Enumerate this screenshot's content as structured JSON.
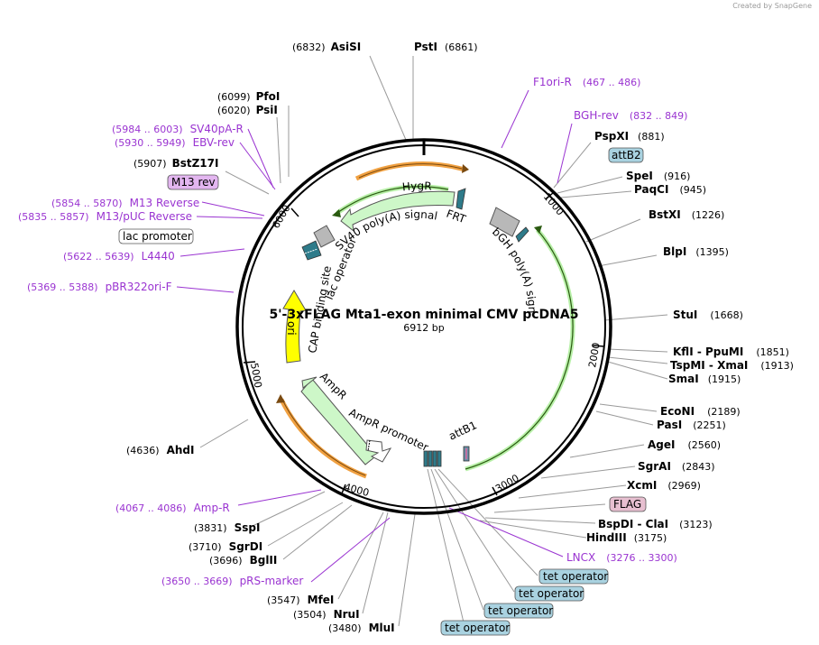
{
  "credit": "Created by SnapGene",
  "colors": {
    "enzyme": "#000000",
    "primer": "#9a34d1",
    "attb": "#a9d2e0",
    "m13": "#e3b6f0",
    "flag": "#e7bfd0",
    "tet": "#a9d2e0",
    "feature_green": "#cdf7c8",
    "ori": "#ffff00",
    "orange": "#f0a040"
  },
  "plasmid": {
    "name": "5'-3xFLAG Mta1-exon minimal CMV pcDNA5",
    "size_label": "6912 bp",
    "length": 6912
  },
  "ticks": [
    "1000",
    "2000",
    "3000",
    "4000",
    "5000",
    "6000"
  ],
  "enzymes": [
    {
      "name": "AsiSI",
      "pos": "(6832)"
    },
    {
      "name": "PstI",
      "pos": "(6861)"
    },
    {
      "name": "PfoI",
      "pos": "(6099)"
    },
    {
      "name": "PsiI",
      "pos": "(6020)"
    },
    {
      "name": "BstZ17I",
      "pos": "(5907)"
    },
    {
      "name": "PspXI",
      "pos": "(881)"
    },
    {
      "name": "SpeI",
      "pos": "(916)"
    },
    {
      "name": "PaqCI",
      "pos": "(945)"
    },
    {
      "name": "BstXI",
      "pos": "(1226)"
    },
    {
      "name": "BlpI",
      "pos": "(1395)"
    },
    {
      "name": "StuI",
      "pos": "(1668)"
    },
    {
      "name": "KflI - PpuMI",
      "pos": "(1851)"
    },
    {
      "name": "TspMI - XmaI",
      "pos": "(1913)"
    },
    {
      "name": "SmaI",
      "pos": "(1915)"
    },
    {
      "name": "EcoNI",
      "pos": "(2189)"
    },
    {
      "name": "PasI",
      "pos": "(2251)"
    },
    {
      "name": "AgeI",
      "pos": "(2560)"
    },
    {
      "name": "SgrAI",
      "pos": "(2843)"
    },
    {
      "name": "XcmI",
      "pos": "(2969)"
    },
    {
      "name": "BspDI - ClaI",
      "pos": "(3123)"
    },
    {
      "name": "HindIII",
      "pos": "(3175)"
    },
    {
      "name": "AhdI",
      "pos": "(4636)"
    },
    {
      "name": "SspI",
      "pos": "(3831)"
    },
    {
      "name": "SgrDI",
      "pos": "(3710)"
    },
    {
      "name": "BglII",
      "pos": "(3696)"
    },
    {
      "name": "MfeI",
      "pos": "(3547)"
    },
    {
      "name": "NruI",
      "pos": "(3504)"
    },
    {
      "name": "MluI",
      "pos": "(3480)"
    }
  ],
  "primers": [
    {
      "name": "F1ori-R",
      "range": "(467 .. 486)"
    },
    {
      "name": "BGH-rev",
      "range": "(832 .. 849)"
    },
    {
      "name": "SV40pA-R",
      "range": "(5984 .. 6003)"
    },
    {
      "name": "EBV-rev",
      "range": "(5930 .. 5949)"
    },
    {
      "name": "M13 Reverse",
      "range": "(5854 .. 5870)"
    },
    {
      "name": "M13/pUC Reverse",
      "range": "(5835 .. 5857)"
    },
    {
      "name": "L4440",
      "range": "(5622 .. 5639)"
    },
    {
      "name": "pBR322ori-F",
      "range": "(5369 .. 5388)"
    },
    {
      "name": "Amp-R",
      "range": "(4067 .. 4086)"
    },
    {
      "name": "pRS-marker",
      "range": "(3650 .. 3669)"
    },
    {
      "name": "LNCX",
      "range": "(3276 .. 3300)"
    }
  ],
  "boxes": {
    "attB2": "attB2",
    "m13rev": "M13 rev",
    "lac_promoter": "lac promoter",
    "flag": "FLAG",
    "tet1": "tet operator",
    "tet2": "tet operator",
    "tet3": "tet operator",
    "tet4": "tet operator"
  },
  "features": {
    "hygr": "HygR",
    "frt": "FRT",
    "sv40": "SV40 poly(A) signal",
    "bgh": "bGH poly(A) signal",
    "lac_operator": "lac operator",
    "cap": "CAP binding site",
    "ori": "ori",
    "ampr": "AmpR",
    "ampr_promoter": "AmpR promoter",
    "attb1": "attB1"
  }
}
